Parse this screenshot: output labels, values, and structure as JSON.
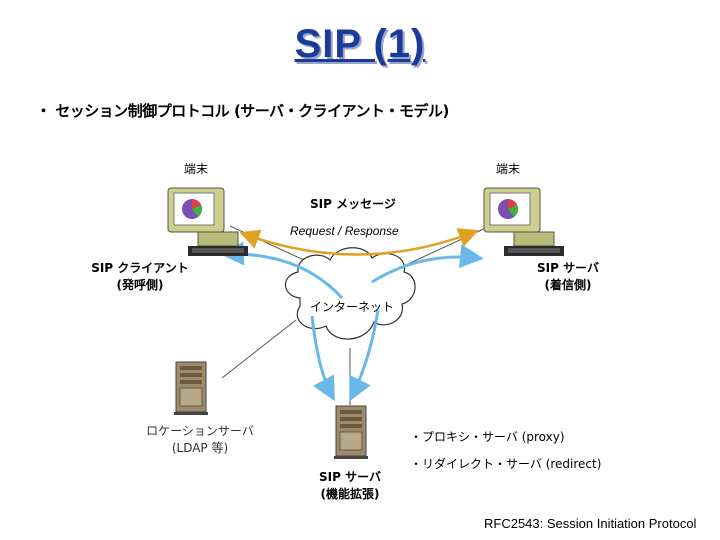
{
  "slide": {
    "title": "SIP (1)",
    "bullet": "・ セッション制御プロトコル (サーバ・クライアント・モデル)",
    "footer": "RFC2543: Session Initiation Protocol"
  },
  "diagram": {
    "terminal_left_label": "端末",
    "terminal_right_label": "端末",
    "message_label": "SIP メッセージ",
    "request_response": "Request / Response",
    "client_label_1": "SIP クライアント",
    "client_label_2": "(発呼側)",
    "server_label_1": "SIP サーバ",
    "server_label_2": "(着信側)",
    "internet_label": "インターネット",
    "location_server_1": "ロケーションサーバ",
    "location_server_2": "(LDAP 等)",
    "ext_server_1": "SIP サーバ",
    "ext_server_2": "(機能拡張)",
    "server_types": [
      "・プロキシ・サーバ (proxy)",
      "・リダイレクト・サーバ (redirect)"
    ]
  },
  "colors": {
    "title": "#1a3a9c",
    "arc_orange": "#e0a020",
    "arrow_blue": "#6ab8e8"
  }
}
